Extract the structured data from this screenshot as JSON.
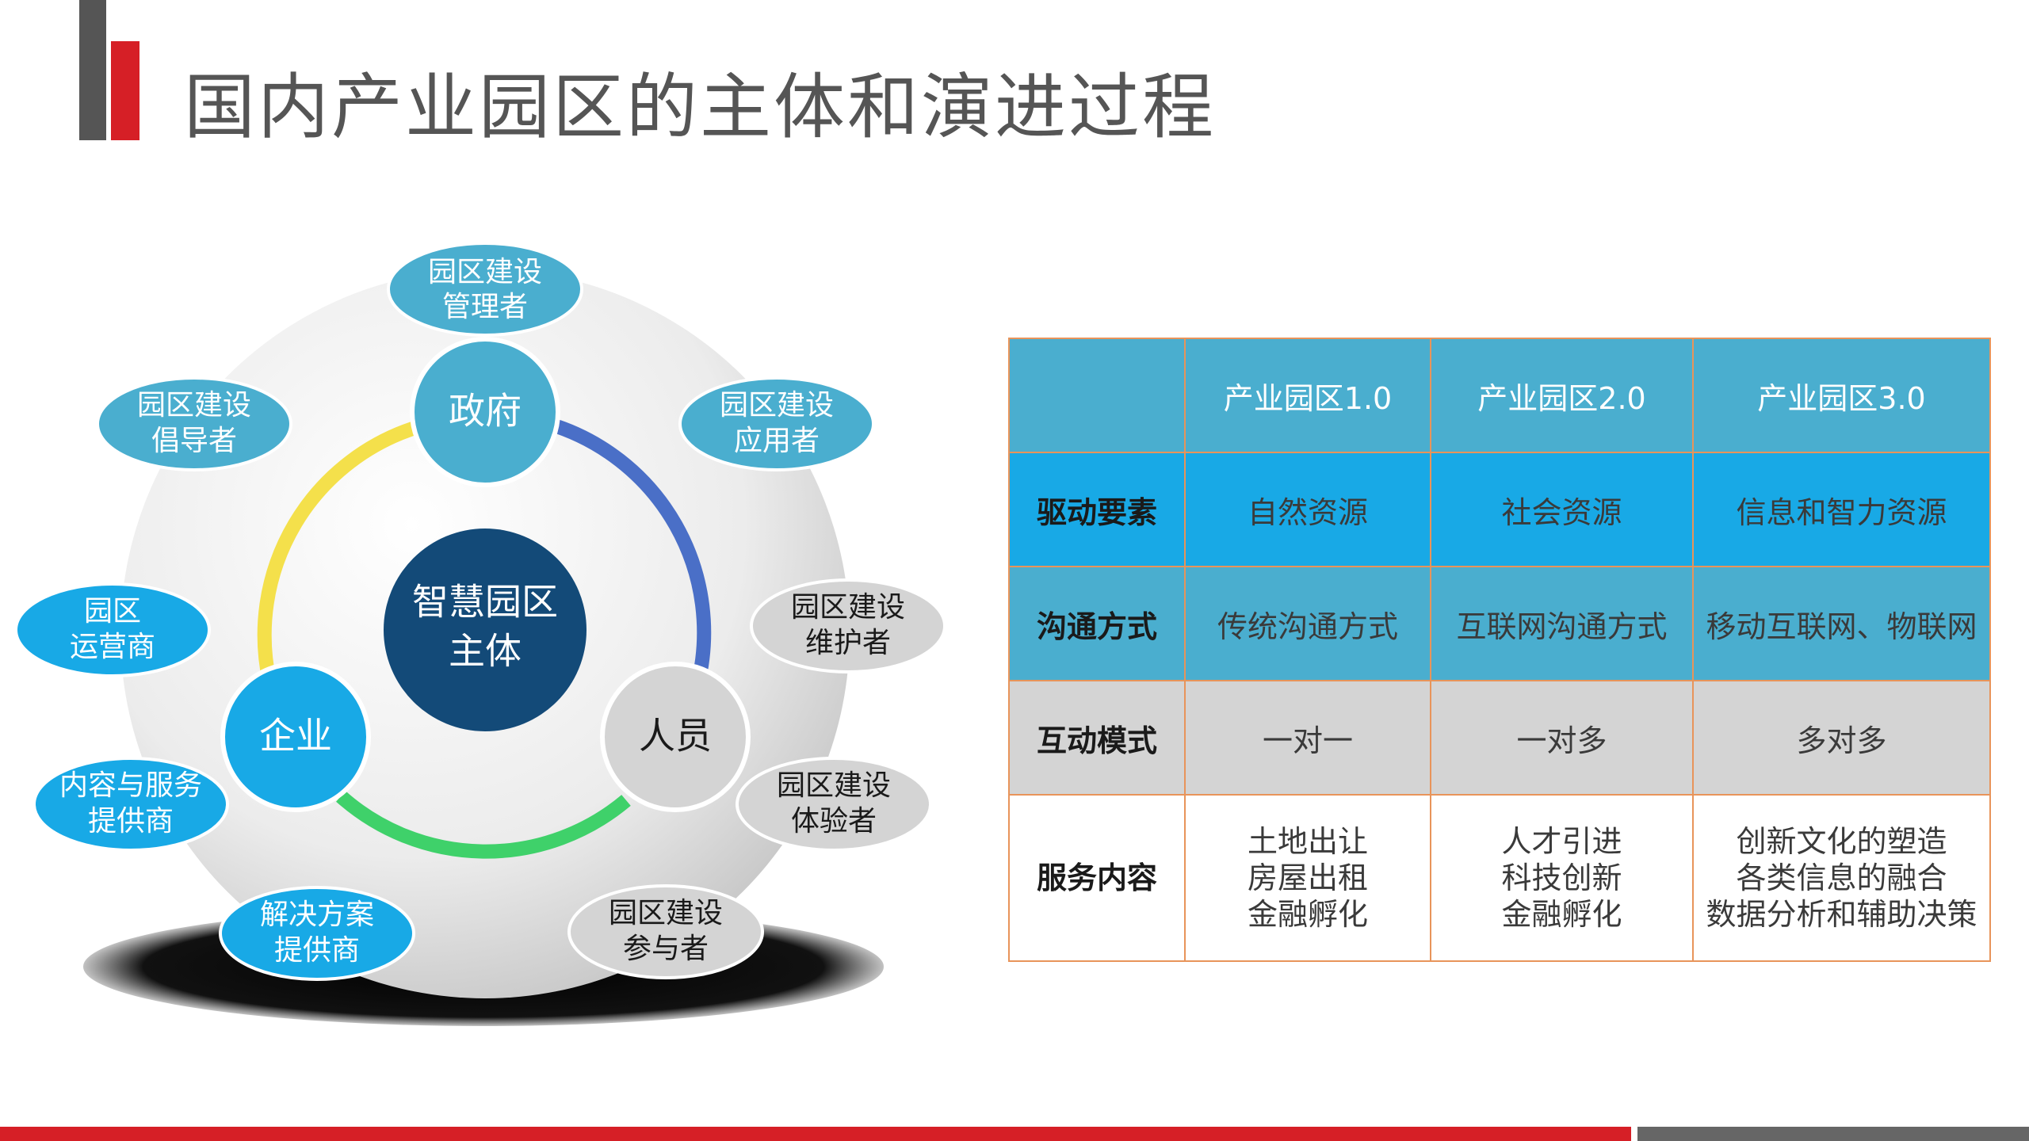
{
  "page": {
    "title": "国内产业园区的主体和演进过程"
  },
  "diagram": {
    "center": {
      "line1": "智慧园区",
      "line2": "主体"
    },
    "hubs": {
      "gov": "政府",
      "ent": "企业",
      "people": "人员"
    },
    "satellites": [
      {
        "id": "manager",
        "lines": [
          "园区建设",
          "管理者"
        ],
        "color": "#4aaecf"
      },
      {
        "id": "user",
        "lines": [
          "园区建设",
          "应用者"
        ],
        "color": "#4aaecf"
      },
      {
        "id": "advocate",
        "lines": [
          "园区建设",
          "倡导者"
        ],
        "color": "#4aaecf"
      },
      {
        "id": "operator",
        "lines": [
          "园区",
          "运营商"
        ],
        "color": "#18a9e6"
      },
      {
        "id": "maintainer",
        "lines": [
          "园区建设",
          "维护者"
        ],
        "color": "#d4d4d4"
      },
      {
        "id": "content",
        "lines": [
          "内容与服务",
          "提供商"
        ],
        "color": "#18a9e6"
      },
      {
        "id": "experiencer",
        "lines": [
          "园区建设",
          "体验者"
        ],
        "color": "#d4d4d4"
      },
      {
        "id": "solution",
        "lines": [
          "解决方案",
          "提供商"
        ],
        "color": "#18a9e6"
      },
      {
        "id": "participant",
        "lines": [
          "园区建设",
          "参与者"
        ],
        "color": "#d4d4d4"
      }
    ]
  },
  "table": {
    "headers": [
      "",
      "产业园区1.0",
      "产业园区2.0",
      "产业园区3.0"
    ],
    "rows": [
      {
        "label": "驱动要素",
        "cells": [
          "自然资源",
          "社会资源",
          "信息和智力资源"
        ]
      },
      {
        "label": "沟通方式",
        "cells": [
          "传统沟通方式",
          "互联网沟通方式",
          "移动互联网、物联网"
        ]
      },
      {
        "label": "互动模式",
        "cells": [
          "一对一",
          "一对多",
          "多对多"
        ]
      },
      {
        "label": "服务内容",
        "cells": [
          [
            "土地出让",
            "房屋出租",
            "金融孵化"
          ],
          [
            "人才引进",
            "科技创新",
            "金融孵化"
          ],
          [
            "创新文化的塑造",
            "各类信息的融合",
            "数据分析和辅助决策"
          ]
        ]
      }
    ]
  },
  "colors": {
    "red": "#d61f26",
    "gray": "#555555",
    "teal": "#4aaecf",
    "blue": "#18a9e6",
    "navy": "#134a78",
    "ring_blue": "#4a6fc7",
    "ring_yellow": "#f4e04b",
    "ring_green": "#3fd16a",
    "border": "#e8945a"
  }
}
